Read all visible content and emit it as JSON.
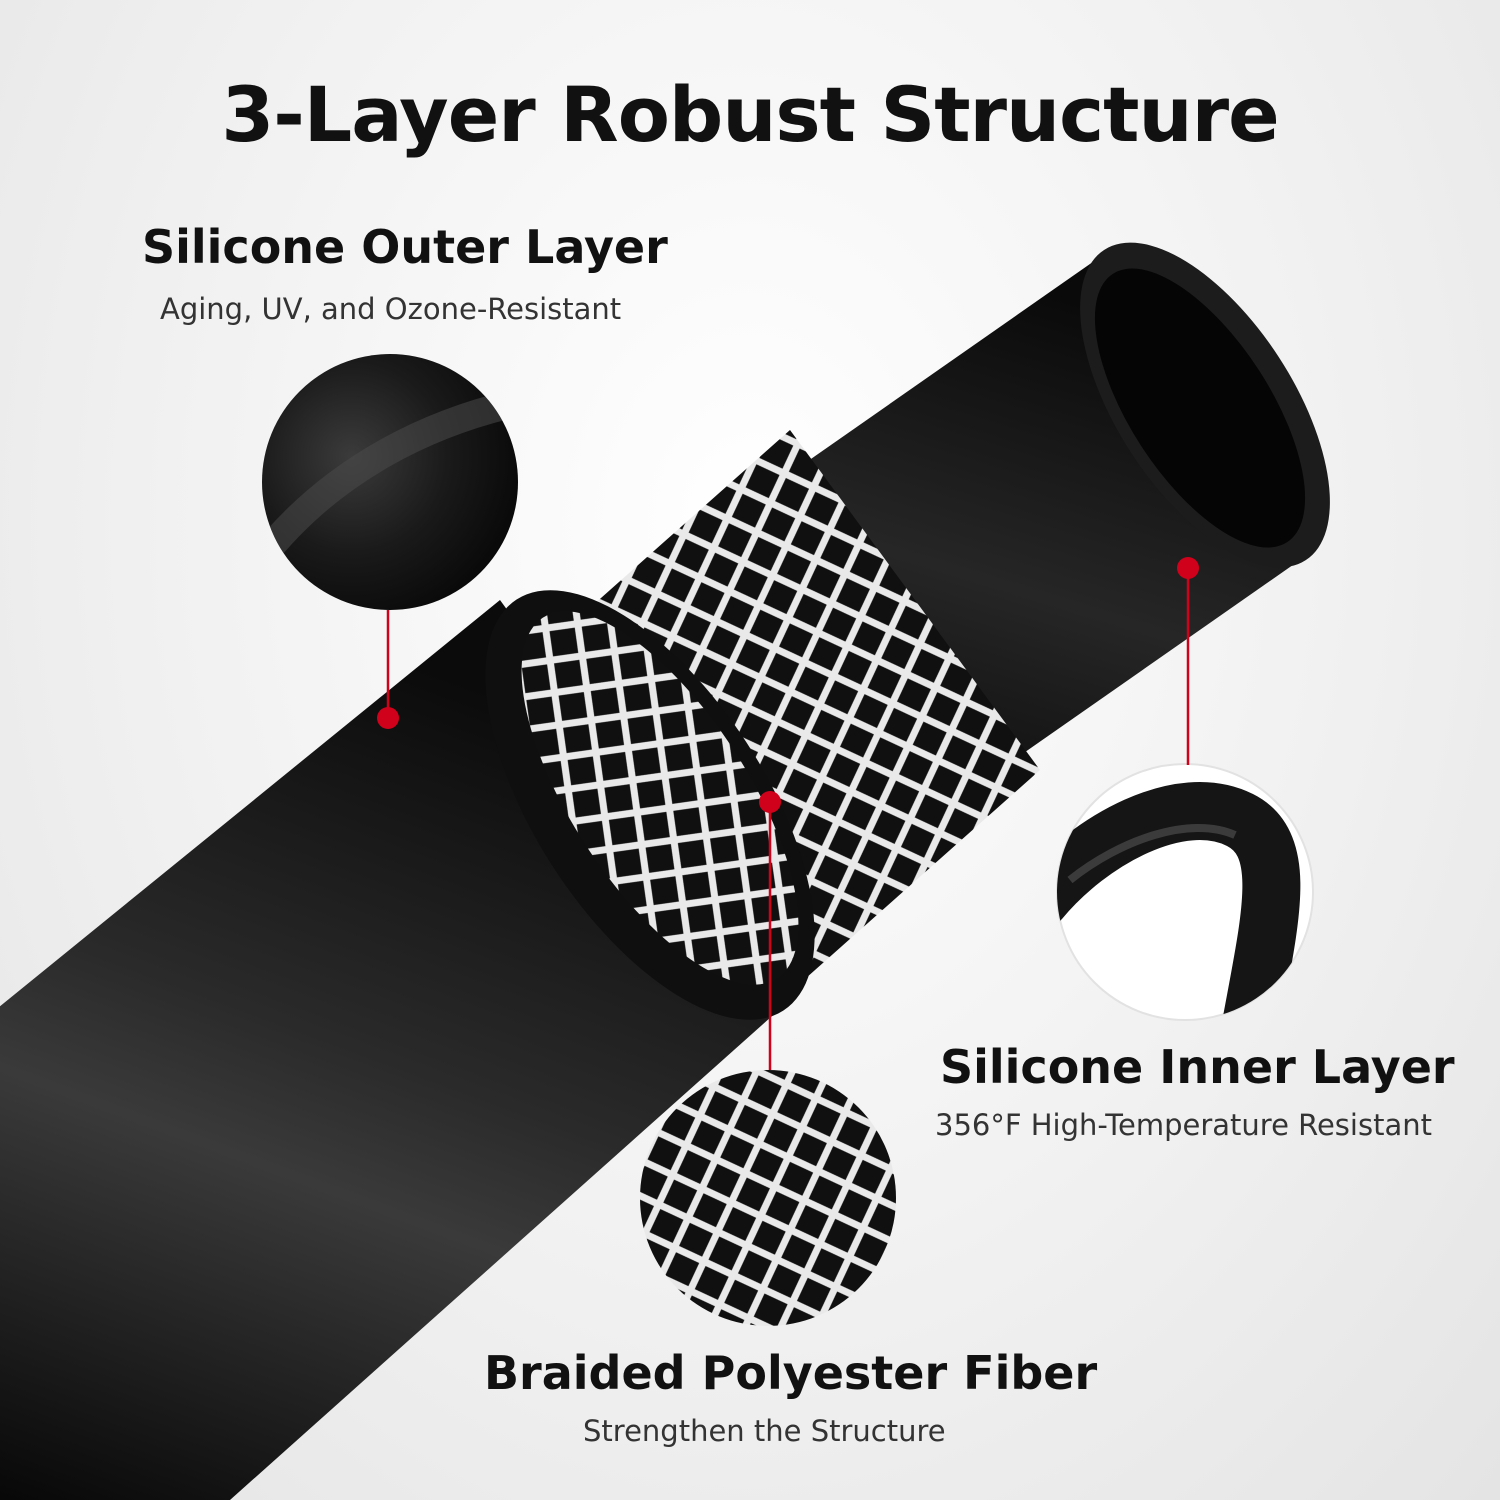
{
  "headline": "3-Layer Robust Structure",
  "labels": {
    "outer": {
      "title": "Silicone Outer Layer",
      "subtitle": "Aging, UV, and Ozone-Resistant"
    },
    "inner": {
      "title": "Silicone Inner Layer",
      "subtitle": "356°F High-Temperature Resistant"
    },
    "braid": {
      "title": "Braided Polyester Fiber",
      "subtitle": "Strengthen the Structure"
    }
  },
  "colors": {
    "accent": "#d0021b",
    "tube": "#141414",
    "background": "#f0f0f0",
    "text": "#111111"
  }
}
